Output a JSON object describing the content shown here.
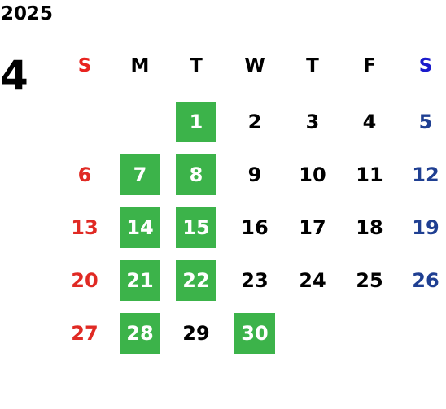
{
  "calendar": {
    "year": "2025",
    "month": "4",
    "weekdays": [
      "S",
      "M",
      "T",
      "W",
      "T",
      "F",
      "S"
    ],
    "weekday_colors": [
      "#e8231f",
      "#000000",
      "#000000",
      "#000000",
      "#000000",
      "#000000",
      "#1a1acc"
    ],
    "colors": {
      "sunday": "#e02a24",
      "saturday": "#1f3f92",
      "weekday": "#000000",
      "highlight_bg": "#3cb34a",
      "highlight_text": "#ffffff"
    },
    "weeks": [
      [
        {
          "day": ""
        },
        {
          "day": ""
        },
        {
          "day": "1",
          "highlight": true
        },
        {
          "day": "2"
        },
        {
          "day": "3"
        },
        {
          "day": "4"
        },
        {
          "day": "5"
        }
      ],
      [
        {
          "day": "6"
        },
        {
          "day": "7",
          "highlight": true
        },
        {
          "day": "8",
          "highlight": true
        },
        {
          "day": "9"
        },
        {
          "day": "10"
        },
        {
          "day": "11"
        },
        {
          "day": "12"
        }
      ],
      [
        {
          "day": "13"
        },
        {
          "day": "14",
          "highlight": true
        },
        {
          "day": "15",
          "highlight": true
        },
        {
          "day": "16"
        },
        {
          "day": "17"
        },
        {
          "day": "18"
        },
        {
          "day": "19"
        }
      ],
      [
        {
          "day": "20"
        },
        {
          "day": "21",
          "highlight": true
        },
        {
          "day": "22",
          "highlight": true
        },
        {
          "day": "23"
        },
        {
          "day": "24"
        },
        {
          "day": "25"
        },
        {
          "day": "26"
        }
      ],
      [
        {
          "day": "27"
        },
        {
          "day": "28",
          "highlight": true
        },
        {
          "day": "29"
        },
        {
          "day": "30",
          "highlight": true
        },
        {
          "day": ""
        },
        {
          "day": ""
        },
        {
          "day": ""
        }
      ]
    ]
  }
}
